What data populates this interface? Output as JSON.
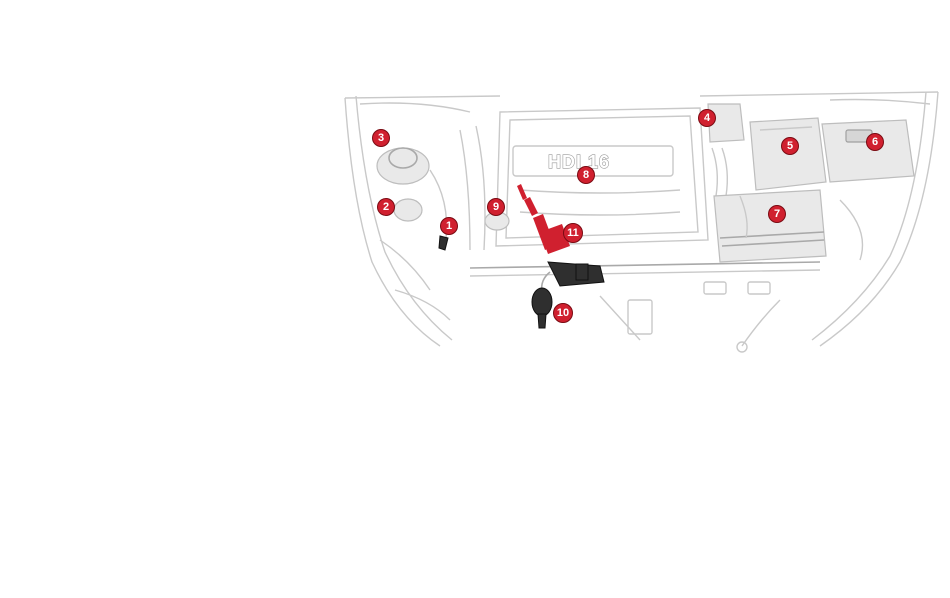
{
  "engine_cover_label": "HDI 16",
  "colors": {
    "callout_fill": "#d0202f",
    "arrow": "#d0202f",
    "line_art": "#c9c9c9",
    "dark_part": "#2f2f2f"
  },
  "callouts": [
    {
      "label": "1"
    },
    {
      "label": "2"
    },
    {
      "label": "3"
    },
    {
      "label": "4"
    },
    {
      "label": "5"
    },
    {
      "label": "6"
    },
    {
      "label": "7"
    },
    {
      "label": "8"
    },
    {
      "label": "9"
    },
    {
      "label": "10"
    },
    {
      "label": "11"
    }
  ]
}
